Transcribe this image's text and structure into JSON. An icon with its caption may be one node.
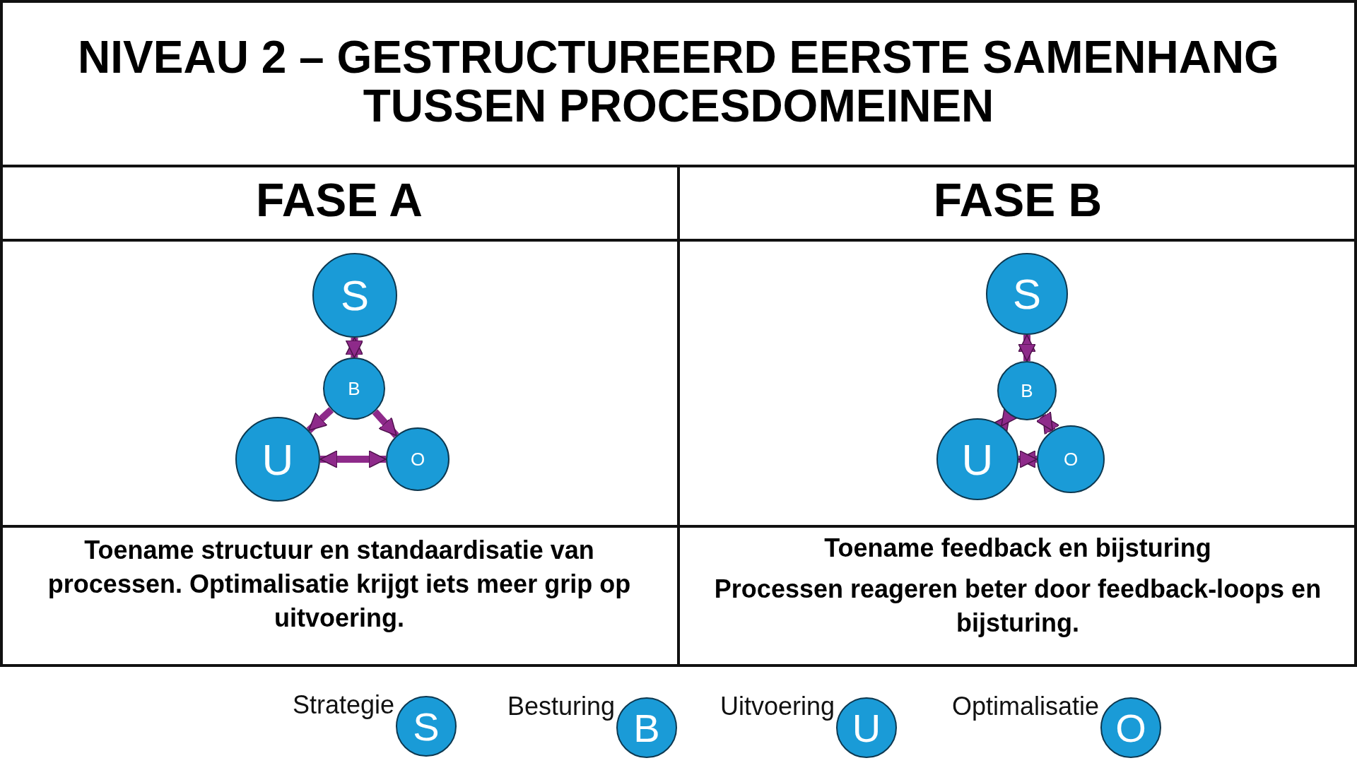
{
  "diagram": {
    "title": "NIVEAU 2 – GESTRUCTUREERD EERSTE SAMENHANG TUSSEN PROCESDOMEINEN",
    "nodes": [
      {
        "text": [
          "S"
        ]
      },
      {
        "text": [
          "B"
        ]
      },
      {
        "text": [
          "U"
        ]
      },
      {
        "text": [
          "O"
        ]
      },
      {
        "text": [
          "S"
        ]
      },
      {
        "text": [
          "B"
        ]
      },
      {
        "text": [
          "U"
        ]
      },
      {
        "text": [
          "O"
        ]
      },
      {
        "text": [
          "S"
        ],
        "beside": [
          "Strategie"
        ]
      },
      {
        "text": [
          "B"
        ],
        "beside": [
          "Besturing"
        ]
      },
      {
        "text": [
          "U"
        ],
        "beside": [
          "Uitvoering"
        ]
      },
      {
        "text": [
          "O"
        ],
        "beside": [
          "Optimalisatie"
        ]
      }
    ],
    "edges": [
      {
        "from": 0,
        "to": 1,
        "arrow": "both"
      },
      {
        "from": 1,
        "to": 2,
        "arrow": "to"
      },
      {
        "from": 1,
        "to": 3,
        "arrow": "to"
      },
      {
        "from": 2,
        "to": 3,
        "arrow": "both"
      },
      {
        "from": 4,
        "to": 5,
        "arrow": "both"
      },
      {
        "from": 5,
        "to": 6,
        "arrow": "both"
      },
      {
        "from": 5,
        "to": 7,
        "arrow": "both"
      },
      {
        "from": 6,
        "to": 7,
        "arrow": "both"
      }
    ],
    "labels": [
      "FASE A",
      "FASE B",
      "Toename structuur en standaardisatie van processen. Optimalisatie krijgt iets meer grip op uitvoering.",
      "Toename feedback en bijsturing",
      "Processen reageren beter door feedback-loops en bijsturing."
    ]
  }
}
